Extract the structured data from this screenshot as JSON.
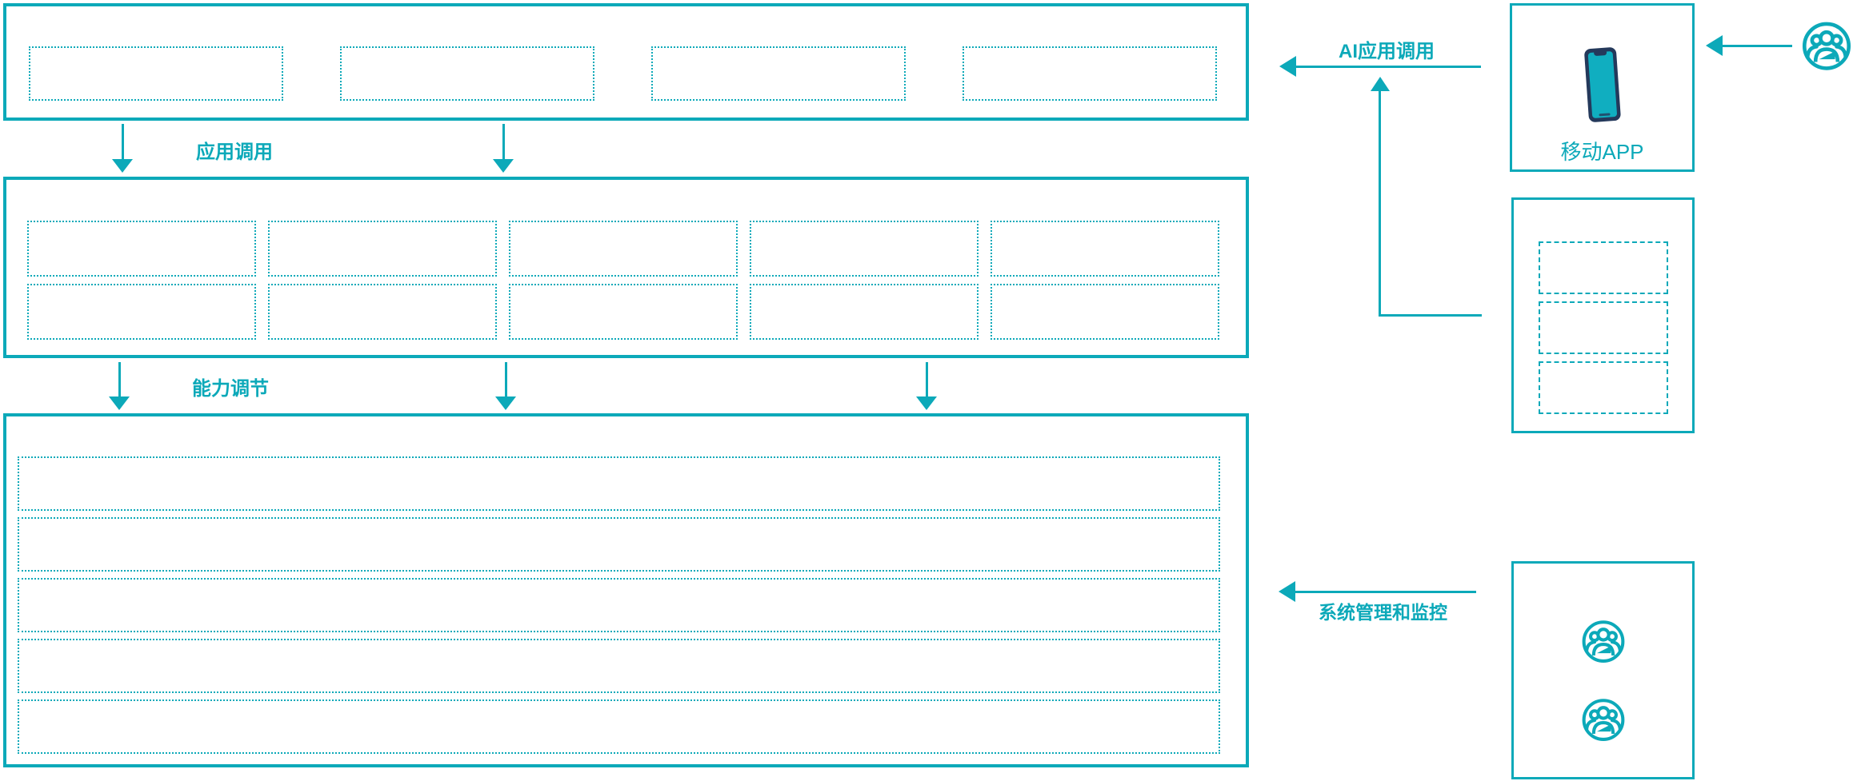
{
  "diagram": {
    "background": "#ffffff",
    "accent": "#0ca9b9",
    "phone_frame_color": "#24395b",
    "phone_screen_color": "#10aec0"
  },
  "labels": {
    "app_call": "应用调用",
    "capability_adjust": "能力调节",
    "ai_app_call": "AI应用调用",
    "mobile_app": "移动APP",
    "system_monitor": "系统管理和监控"
  },
  "structure": {
    "top_placeholder_count": 4,
    "middle_placeholder_count": 10,
    "bottom_row_count": 5,
    "right_panel_placeholder_count": 3,
    "user_icon_count": 2
  },
  "icons": {
    "mobile_phone": "smartphone-icon",
    "user_group": "user-group-icon"
  }
}
